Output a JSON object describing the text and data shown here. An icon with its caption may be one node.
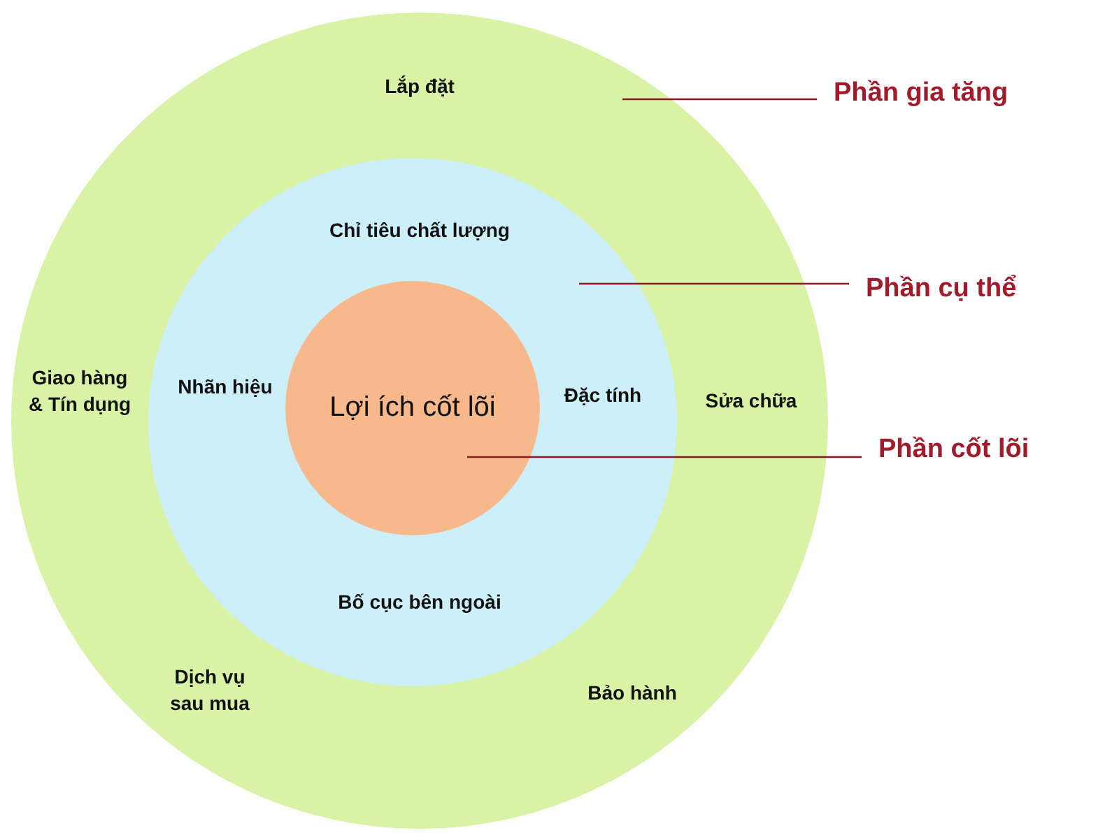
{
  "diagram": {
    "nodes": [
      {
        "text": [
          "Lắp đặt",
          "Giao hàng & Tín dụng",
          "Sửa chữa",
          "Dịch vụ sau mua",
          "Bảo hành"
        ]
      },
      {
        "text": [
          "Chỉ tiêu chất lượng",
          "Nhãn hiệu",
          "Đặc tính",
          "Bố cục bên ngoài"
        ],
        "in": 0
      },
      {
        "text": [
          "Lợi ích cốt lõi"
        ],
        "in": 1
      },
      {
        "text": [
          "Phần gia tăng"
        ]
      },
      {
        "text": [
          "Phần cụ thể"
        ]
      },
      {
        "text": [
          "Phần cốt lõi"
        ]
      }
    ],
    "edges": [
      {
        "from": 3,
        "to": 0,
        "arrow": "none"
      },
      {
        "from": 4,
        "to": 1,
        "arrow": "none"
      },
      {
        "from": 5,
        "to": 2,
        "arrow": "none"
      }
    ]
  }
}
